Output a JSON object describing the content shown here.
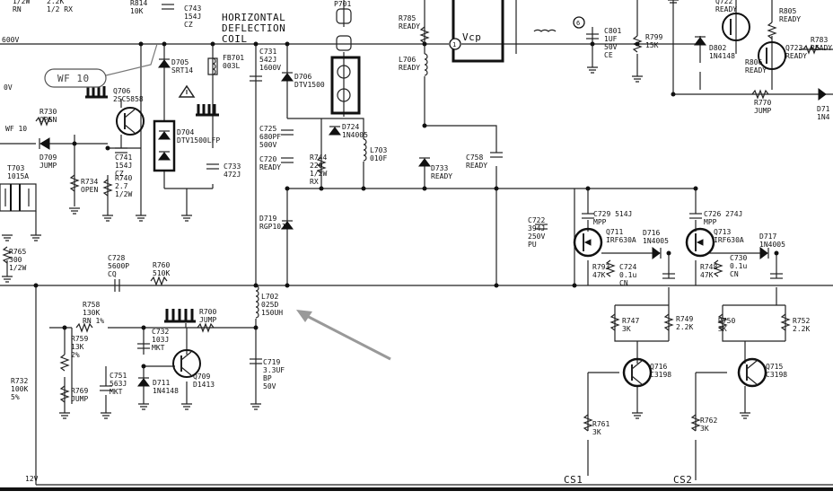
{
  "title": [
    "HORIZONTAL",
    "DEFLECTION",
    "COIL"
  ],
  "rails": {
    "left_600v": "600V",
    "left_0v": "0V",
    "vcp": "Vcp",
    "bottom_12v": "12V"
  },
  "callout": "WF 10",
  "node_labels": {
    "n1": "1",
    "n6": "6"
  },
  "connector": "P701",
  "outputs": {
    "cs1": "CS1",
    "cs2": "CS2"
  },
  "components": [
    {
      "ref": "R730",
      "lines": [
        "R730",
        "OPEN"
      ]
    },
    {
      "ref": "WF10",
      "lines": [
        "WF 10"
      ]
    },
    {
      "ref": "D709",
      "lines": [
        "D709",
        "JUMP"
      ]
    },
    {
      "ref": "T703",
      "lines": [
        "T703",
        "1015A"
      ]
    },
    {
      "ref": "R765",
      "lines": [
        "R765",
        "300",
        "1/2W"
      ]
    },
    {
      "ref": "Q706",
      "lines": [
        "Q706",
        "2SC5858"
      ]
    },
    {
      "ref": "C741",
      "lines": [
        "C741",
        "154J",
        "CZ"
      ]
    },
    {
      "ref": "R734",
      "lines": [
        "R734",
        "OPEN"
      ]
    },
    {
      "ref": "R740",
      "lines": [
        "R740",
        "2.7",
        "1/2W"
      ]
    },
    {
      "ref": "C743",
      "lines": [
        "C743",
        "154J",
        "CZ"
      ]
    },
    {
      "ref": "R814",
      "lines": [
        "R814",
        "10K"
      ]
    },
    {
      "ref": "D705",
      "lines": [
        "D705",
        "SRT14"
      ]
    },
    {
      "ref": "FB701",
      "lines": [
        "FB701",
        "003L"
      ]
    },
    {
      "ref": "D704",
      "lines": [
        "D704",
        "DTV1500LFP"
      ]
    },
    {
      "ref": "C733",
      "lines": [
        "C733",
        "472J"
      ]
    },
    {
      "ref": "C731",
      "lines": [
        "C731",
        "542J",
        "1600V"
      ]
    },
    {
      "ref": "D706",
      "lines": [
        "D706",
        "DTV1500"
      ]
    },
    {
      "ref": "C725",
      "lines": [
        "C725",
        "680PF",
        "500V"
      ]
    },
    {
      "ref": "D724",
      "lines": [
        "D724",
        "1N4005"
      ]
    },
    {
      "ref": "C720",
      "lines": [
        "C720",
        "READY"
      ]
    },
    {
      "ref": "R744",
      "lines": [
        "R744",
        "220",
        "1/2W",
        "RX"
      ]
    },
    {
      "ref": "L703",
      "lines": [
        "L703",
        "010F"
      ]
    },
    {
      "ref": "D719",
      "lines": [
        "D719",
        "RGP10J"
      ]
    },
    {
      "ref": "R785",
      "lines": [
        "R785",
        "READY"
      ]
    },
    {
      "ref": "L706",
      "lines": [
        "L706",
        "READY"
      ]
    },
    {
      "ref": "D733",
      "lines": [
        "D733",
        "READY"
      ]
    },
    {
      "ref": "C758",
      "lines": [
        "C758",
        "READY"
      ]
    },
    {
      "ref": "C801",
      "lines": [
        "C801",
        "1UF",
        "50V",
        "CE"
      ]
    },
    {
      "ref": "R799",
      "lines": [
        "R799",
        "15K"
      ]
    },
    {
      "ref": "Q722",
      "lines": [
        "Q722",
        "READY"
      ]
    },
    {
      "ref": "R805",
      "lines": [
        "R805",
        "READY"
      ]
    },
    {
      "ref": "D802",
      "lines": [
        "D802",
        "1N4148"
      ]
    },
    {
      "ref": "R806",
      "lines": [
        "R806",
        "READY"
      ]
    },
    {
      "ref": "Q723",
      "lines": [
        "Q723",
        "READY"
      ]
    },
    {
      "ref": "R783",
      "lines": [
        "R783",
        "READY"
      ]
    },
    {
      "ref": "R770",
      "lines": [
        "R770",
        "JUMP"
      ]
    },
    {
      "ref": "D71x",
      "lines": [
        "D71",
        "1N4"
      ]
    },
    {
      "ref": "C722",
      "lines": [
        "C722",
        "394J",
        "250V",
        "PU"
      ]
    },
    {
      "ref": "C729",
      "lines": [
        "C729 514J",
        "MPP"
      ]
    },
    {
      "ref": "Q711",
      "lines": [
        "Q711",
        "IRF630A"
      ]
    },
    {
      "ref": "D716",
      "lines": [
        "D716",
        "1N4005"
      ]
    },
    {
      "ref": "R793",
      "lines": [
        "R793",
        "47K"
      ]
    },
    {
      "ref": "C724",
      "lines": [
        "C724",
        "0.1u",
        "CN"
      ]
    },
    {
      "ref": "C726",
      "lines": [
        "C726 274J",
        "MPP"
      ]
    },
    {
      "ref": "Q713",
      "lines": [
        "Q713",
        "IRF630A"
      ]
    },
    {
      "ref": "D717",
      "lines": [
        "D717",
        "1N4005"
      ]
    },
    {
      "ref": "C730",
      "lines": [
        "C730",
        "0.1u",
        "CN"
      ]
    },
    {
      "ref": "R748",
      "lines": [
        "R748",
        "47K"
      ]
    },
    {
      "ref": "C728",
      "lines": [
        "C728",
        "5600P",
        "CQ"
      ]
    },
    {
      "ref": "R760",
      "lines": [
        "R760",
        "510K"
      ]
    },
    {
      "ref": "L702",
      "lines": [
        "L702",
        "025D",
        "150UH"
      ]
    },
    {
      "ref": "C719",
      "lines": [
        "C719",
        "3.3UF",
        "BP",
        "50V"
      ]
    },
    {
      "ref": "R758",
      "lines": [
        "R758",
        "130K",
        "RN 1%"
      ]
    },
    {
      "ref": "R700",
      "lines": [
        "R700",
        "JUMP"
      ]
    },
    {
      "ref": "R759",
      "lines": [
        "R759",
        "13K",
        "2%"
      ]
    },
    {
      "ref": "C732",
      "lines": [
        "C732",
        "103J",
        "MKT"
      ]
    },
    {
      "ref": "Q709",
      "lines": [
        "Q709",
        "D1413"
      ]
    },
    {
      "ref": "R732",
      "lines": [
        "R732",
        "100K",
        "5%"
      ]
    },
    {
      "ref": "R769",
      "lines": [
        "R769",
        "JUMP"
      ]
    },
    {
      "ref": "C751",
      "lines": [
        "C751",
        "563J",
        "MKT"
      ]
    },
    {
      "ref": "D711",
      "lines": [
        "D711",
        "1N4148"
      ]
    },
    {
      "ref": "R747",
      "lines": [
        "R747",
        "3K"
      ]
    },
    {
      "ref": "R749",
      "lines": [
        "R749",
        "2.2K"
      ]
    },
    {
      "ref": "R750",
      "lines": [
        "R750",
        "3K"
      ]
    },
    {
      "ref": "R752",
      "lines": [
        "R752",
        "2.2K"
      ]
    },
    {
      "ref": "Q716",
      "lines": [
        "Q716",
        "C3198"
      ]
    },
    {
      "ref": "Q715",
      "lines": [
        "Q715",
        "C3198"
      ]
    },
    {
      "ref": "R761",
      "lines": [
        "R761",
        "3K"
      ]
    },
    {
      "ref": "R762",
      "lines": [
        "R762",
        "3K"
      ]
    },
    {
      "ref": "topL",
      "lines": [
        "1/2W",
        "RN"
      ]
    },
    {
      "ref": "topR",
      "lines": [
        "2.2K",
        "1/2 RX"
      ]
    }
  ]
}
